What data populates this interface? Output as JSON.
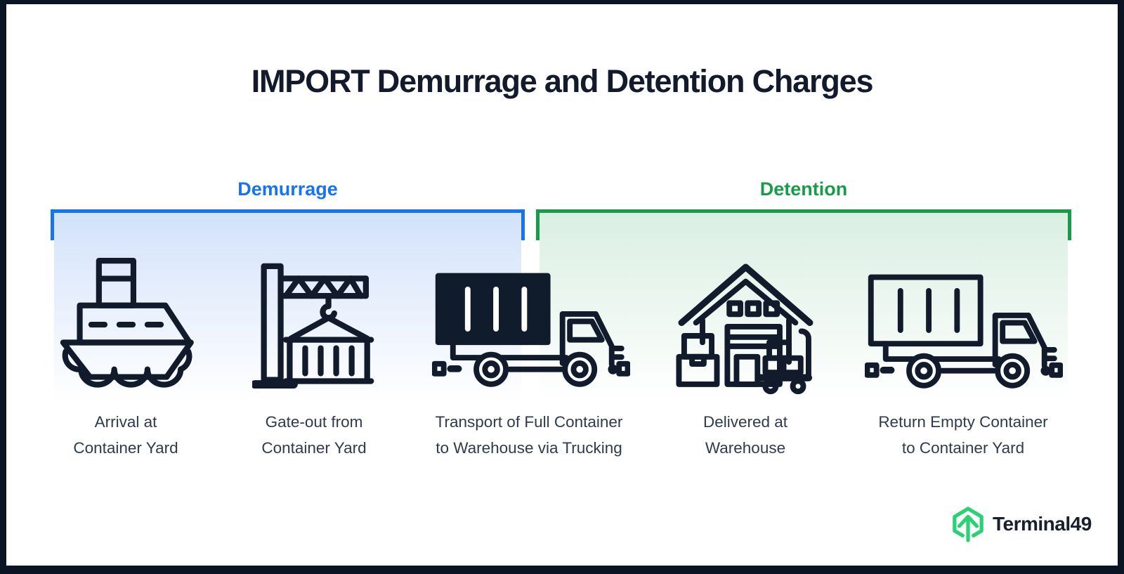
{
  "title": "IMPORT Demurrage and Detention Charges",
  "phases": [
    {
      "label": "Demurrage",
      "color": "#1674EF"
    },
    {
      "label": "Detention",
      "color": "#189C49"
    }
  ],
  "steps": [
    {
      "icon": "ship-icon",
      "phase": "Demurrage",
      "line1": "Arrival at",
      "line2": "Container Yard"
    },
    {
      "icon": "crane-container-icon",
      "phase": "Demurrage",
      "line1": "Gate-out from",
      "line2": "Container Yard"
    },
    {
      "icon": "truck-full-container-icon",
      "phase": "Demurrage",
      "line1": "Transport of Full Container",
      "line2": "to Warehouse via Trucking"
    },
    {
      "icon": "warehouse-icon",
      "phase": "Detention",
      "line1": "Delivered at",
      "line2": "Warehouse"
    },
    {
      "icon": "truck-empty-container-icon",
      "phase": "Detention",
      "line1": "Return Empty Container",
      "line2": "to Container Yard"
    }
  ],
  "logo": {
    "text": "Terminal49",
    "icon": "terminal49-hexagon-arrow-icon",
    "green": "#2BD175"
  },
  "colors": {
    "ink": "#111B2B",
    "caption_text": "#2F3B4D",
    "frame": "#0A1422",
    "demurrage_blue": "#1674EF",
    "detention_green": "#189C49"
  }
}
